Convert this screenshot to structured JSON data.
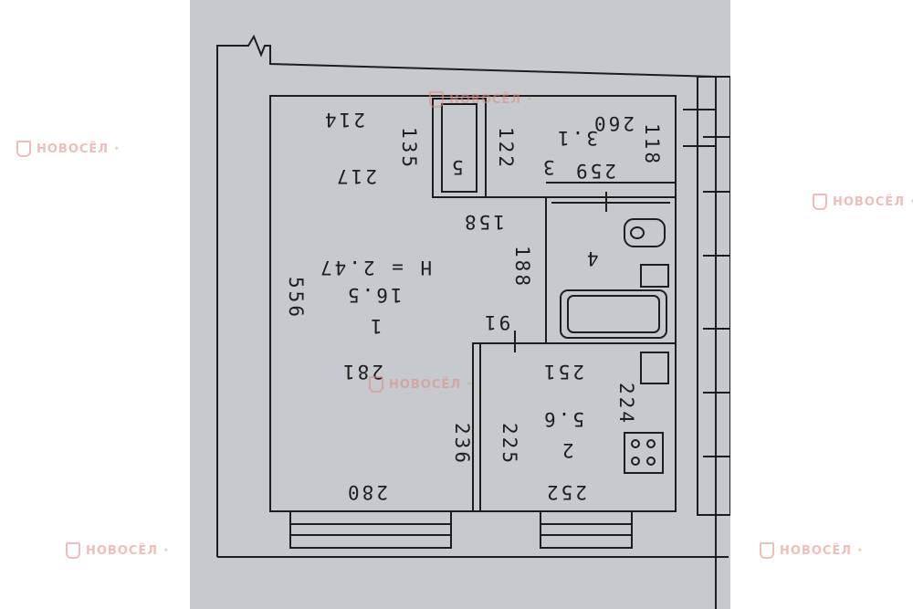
{
  "plan": {
    "rooms": [
      {
        "number": "1",
        "area": "16.5",
        "height": "H = 2.47"
      },
      {
        "number": "2",
        "area": "5.6"
      },
      {
        "number": "3",
        "area": "3.1"
      },
      {
        "number": "4"
      },
      {
        "number": "5"
      }
    ],
    "dimensions": {
      "d214": "214",
      "d135": "135",
      "d122": "122",
      "d260": "260",
      "d118": "118",
      "d217": "217",
      "d259": "259",
      "d158": "158",
      "d188": "188",
      "d556": "556",
      "d91": "91",
      "d281": "281",
      "d251": "251",
      "d224": "224",
      "d236": "236",
      "d225": "225",
      "d280": "280",
      "d252": "252"
    }
  },
  "watermark": {
    "brand": "НОВОСЁЛ"
  },
  "colors": {
    "paper": "#c6cace",
    "ink": "#1d1d1d",
    "watermark": "#e08a80",
    "background": "#ffffff"
  }
}
